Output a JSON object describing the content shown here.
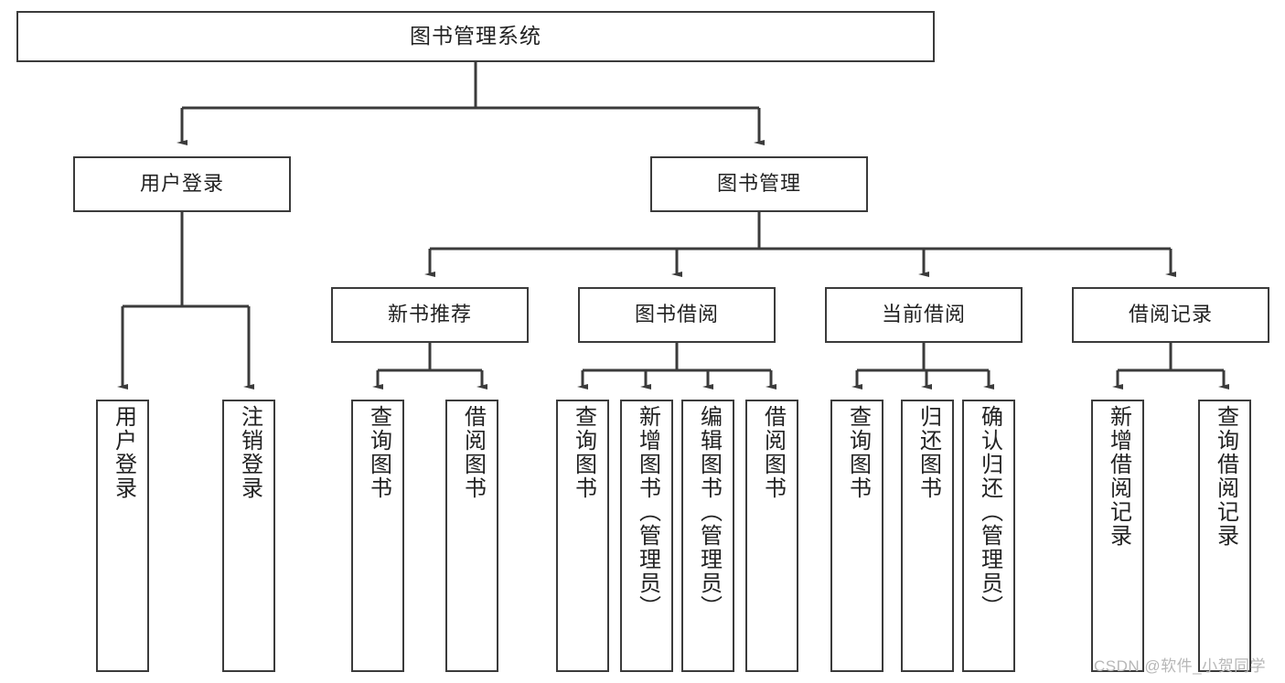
{
  "diagram": {
    "type": "tree-hierarchy-chart",
    "title": "图书管理系统",
    "watermark": "CSDN @软件_小贺同学",
    "colors": {
      "box_border": "#3b3b3b",
      "box_fill": "#ffffff",
      "connector": "#3b3b3b",
      "text": "#222222",
      "watermark": "#b7b7b7",
      "background": "#ffffff"
    },
    "nodes": {
      "root": {
        "label": "图书管理系统"
      },
      "level2": [
        {
          "id": "user-login",
          "label": "用户登录"
        },
        {
          "id": "book-management",
          "label": "图书管理"
        }
      ],
      "level3": [
        {
          "id": "new-book-recommend",
          "label": "新书推荐"
        },
        {
          "id": "book-borrow",
          "label": "图书借阅"
        },
        {
          "id": "current-borrow",
          "label": "当前借阅"
        },
        {
          "id": "borrow-record",
          "label": "借阅记录"
        }
      ],
      "leaves": {
        "user-login": [
          {
            "id": "leaf-user-login",
            "label": "用户登录"
          },
          {
            "id": "leaf-user-logout",
            "label": "注销登录"
          }
        ],
        "new-book-recommend": [
          {
            "id": "leaf-query-book-1",
            "label": "查询图书"
          },
          {
            "id": "leaf-borrow-book-1",
            "label": "借阅图书"
          }
        ],
        "book-borrow": [
          {
            "id": "leaf-query-book-2",
            "label": "查询图书"
          },
          {
            "id": "leaf-add-book",
            "label": "新增图书（管理员）"
          },
          {
            "id": "leaf-edit-book",
            "label": "编辑图书（管理员）"
          },
          {
            "id": "leaf-borrow-book-2",
            "label": "借阅图书"
          }
        ],
        "current-borrow": [
          {
            "id": "leaf-query-book-3",
            "label": "查询图书"
          },
          {
            "id": "leaf-return-book",
            "label": "归还图书"
          },
          {
            "id": "leaf-confirm-return",
            "label": "确认归还（管理员）"
          }
        ],
        "borrow-record": [
          {
            "id": "leaf-add-record",
            "label": "新增借阅记录"
          },
          {
            "id": "leaf-query-record",
            "label": "查询借阅记录"
          }
        ]
      }
    }
  }
}
